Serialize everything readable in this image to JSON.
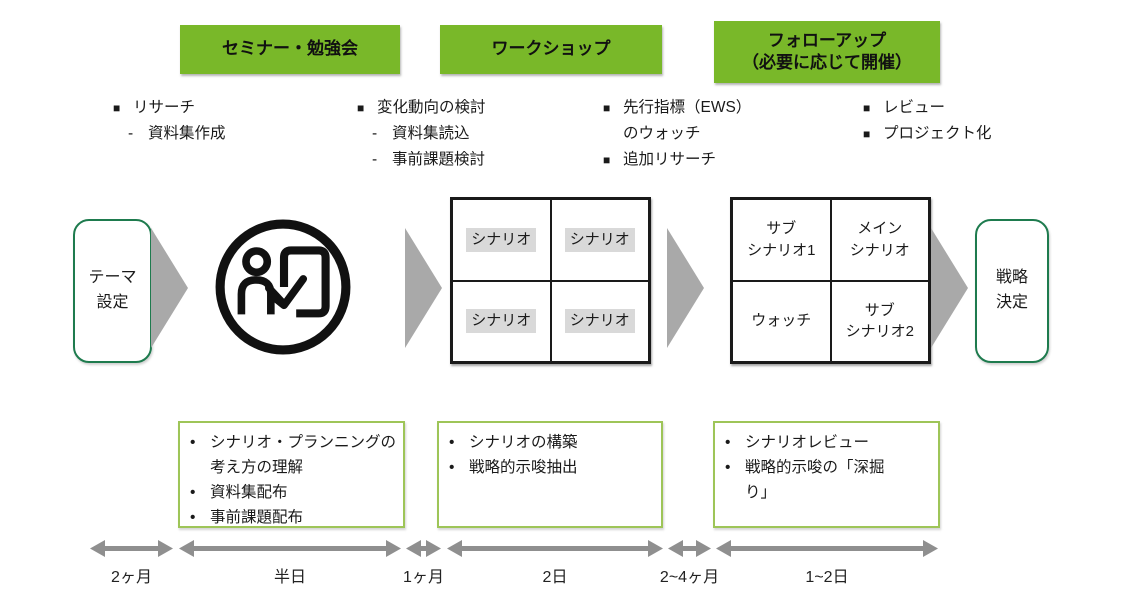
{
  "ui": {
    "bullet": "•"
  },
  "colors": {
    "phase_green": "#79b829",
    "pill_border_green": "#1e7b4e",
    "deliverable_border_green": "#9ec558",
    "flow_arrow_gray": "#a9a9a9",
    "timeline_gray": "#8f8f8f",
    "scenario_highlight": "#d9d9d9"
  },
  "phases": [
    {
      "title": "セミナー・勉強会"
    },
    {
      "title": "ワークショップ"
    },
    {
      "title": "フォローアップ",
      "subtitle": "（必要に応じて開催）"
    }
  ],
  "tasks": [
    {
      "lines": [
        {
          "marker": "■",
          "text": "リサーチ"
        },
        {
          "marker": "-",
          "text": "資料集作成"
        }
      ]
    },
    {
      "lines": [
        {
          "marker": "■",
          "text": "変化動向の検討"
        },
        {
          "marker": "-",
          "text": "資料集読込"
        },
        {
          "marker": "-",
          "text": "事前課題検討"
        }
      ]
    },
    {
      "lines": [
        {
          "marker": "■",
          "text": "先行指標（EWS）"
        },
        {
          "marker": "",
          "text": "のウォッチ"
        },
        {
          "marker": "■",
          "text": "追加リサーチ"
        }
      ]
    },
    {
      "lines": [
        {
          "marker": "■",
          "text": "レビュー"
        },
        {
          "marker": "■",
          "text": "プロジェクト化"
        }
      ]
    }
  ],
  "flow": {
    "start": {
      "line1": "テーマ",
      "line2": "設定"
    },
    "end": {
      "line1": "戦略",
      "line2": "決定"
    },
    "grid1": {
      "cells": [
        "シナリオ",
        "シナリオ",
        "シナリオ",
        "シナリオ"
      ]
    },
    "grid2": {
      "cells": [
        {
          "line1": "サブ",
          "line2": "シナリオ1"
        },
        {
          "line1": "メイン",
          "line2": "シナリオ"
        },
        {
          "line1": "ウォッチ"
        },
        {
          "line1": "サブ",
          "line2": "シナリオ2"
        }
      ]
    }
  },
  "deliverables": [
    {
      "items": [
        "シナリオ・プランニングの考え方の理解",
        "資料集配布",
        "事前課題配布"
      ]
    },
    {
      "items": [
        "シナリオの構築",
        "戦略的示唆抽出"
      ]
    },
    {
      "items": [
        "シナリオレビュー",
        "戦略的示唆の「深掘り」"
      ]
    }
  ],
  "timeline": [
    {
      "label": "2ヶ月"
    },
    {
      "label": "半日"
    },
    {
      "label": "1ヶ月"
    },
    {
      "label": "2日"
    },
    {
      "label": "2~4ヶ月"
    },
    {
      "label": "1~2日"
    }
  ]
}
